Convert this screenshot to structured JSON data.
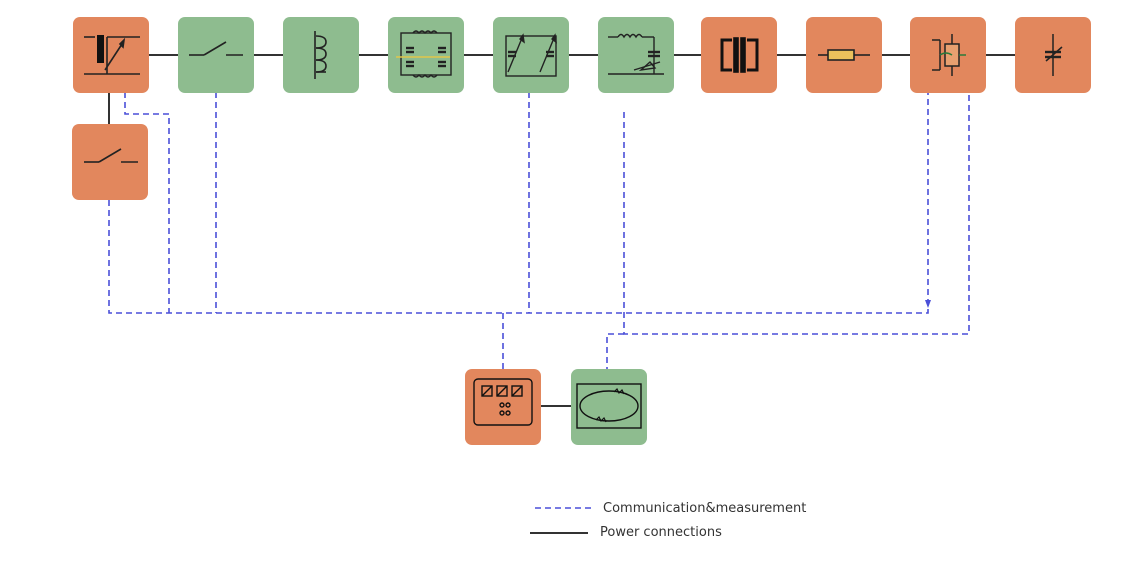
{
  "legend": {
    "communication_label": "Communication&measurement",
    "power_label": "Power connections"
  },
  "colors": {
    "orange_box": "#e2875d",
    "green_box": "#8ebc8f",
    "power_line": "#333333",
    "comm_line": "#4a4fd8",
    "symbol": "#222222"
  },
  "components": [
    {
      "id": "converter",
      "color": "orange",
      "icon": "controlled-rectifier-icon"
    },
    {
      "id": "switch-1",
      "color": "green",
      "icon": "switch-icon"
    },
    {
      "id": "inductor",
      "color": "green",
      "icon": "inductor-icon"
    },
    {
      "id": "lc-filter",
      "color": "green",
      "icon": "capacitor-filter-icon"
    },
    {
      "id": "variable-filter",
      "color": "green",
      "icon": "variable-capacitor-bridge-icon"
    },
    {
      "id": "variable-network",
      "color": "green",
      "icon": "variable-inductor-network-icon"
    },
    {
      "id": "transformer",
      "color": "orange",
      "icon": "transformer-icon"
    },
    {
      "id": "resistor",
      "color": "orange",
      "icon": "resistor-icon"
    },
    {
      "id": "relay",
      "color": "orange",
      "icon": "relay-icon"
    },
    {
      "id": "grid-source",
      "color": "orange",
      "icon": "variable-capacitor-icon"
    },
    {
      "id": "switch-2",
      "color": "orange",
      "icon": "switch-icon"
    },
    {
      "id": "controller",
      "color": "orange",
      "icon": "controller-panel-icon"
    },
    {
      "id": "oscilloscope",
      "color": "green",
      "icon": "oscilloscope-icon"
    }
  ]
}
